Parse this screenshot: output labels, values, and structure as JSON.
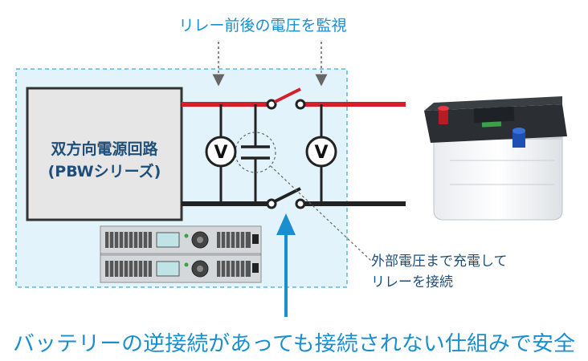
{
  "top_annotation": "リレー前後の電圧を監視",
  "supply_box": {
    "line1": "双方向電源回路",
    "line2": "(PBWシリーズ)"
  },
  "voltmeter_symbol": "V",
  "side_annotation": {
    "line1": "外部電圧まで充電して",
    "line2": "リレーを接続"
  },
  "bottom_caption": "バッテリーの逆接続があっても接続されない仕組みで安全",
  "colors": {
    "accent_blue": "#1a8fd0",
    "positive_line": "#d4202a",
    "negative_line": "#222222",
    "dashed_region_fill": "#e3f3fb",
    "supply_box_fill": "#e6e6e6",
    "annotation_dark": "#1f4e79"
  }
}
